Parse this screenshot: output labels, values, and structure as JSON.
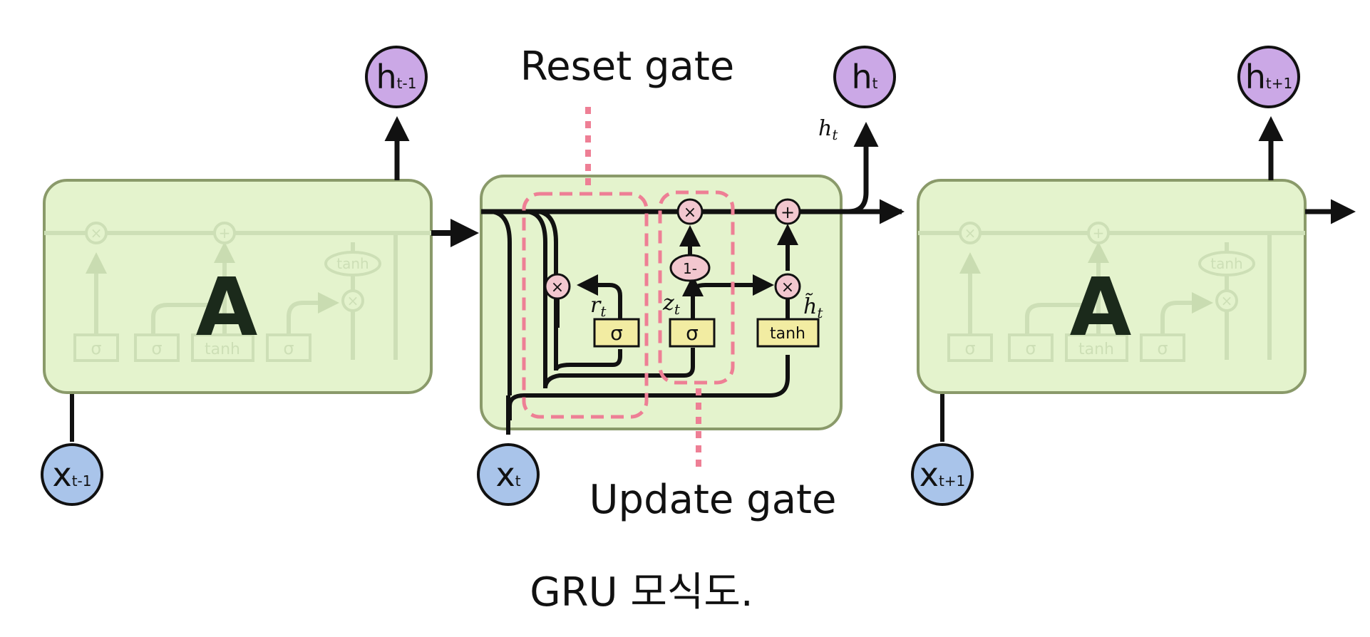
{
  "labels": {
    "reset_gate": "Reset gate",
    "update_gate": "Update gate",
    "caption": "GRU 모식도."
  },
  "cells": {
    "left": {
      "block": "A",
      "gates": {
        "sigma": "σ",
        "tanh": "tanh",
        "mult": "×",
        "plus": "+"
      }
    },
    "center": {
      "gates": {
        "sigma": "σ",
        "tanh": "tanh",
        "mult": "×",
        "plus": "+",
        "one_minus": "1-"
      },
      "vars": {
        "r": "r",
        "r_sub": "t",
        "z": "z",
        "z_sub": "t",
        "h": "h",
        "h_sub": "t",
        "htilde": "h̃",
        "htilde_sub": "t"
      }
    },
    "right": {
      "block": "A",
      "gates": {
        "sigma": "σ",
        "tanh": "tanh",
        "mult": "×",
        "plus": "+"
      }
    }
  },
  "nodes": {
    "h_prev": {
      "main": "h",
      "sub": "t-1"
    },
    "h_t": {
      "main": "h",
      "sub": "t"
    },
    "h_next": {
      "main": "h",
      "sub": "t+1"
    },
    "x_prev": {
      "main": "x",
      "sub": "t-1"
    },
    "x_t": {
      "main": "x",
      "sub": "t"
    },
    "x_next": {
      "main": "x",
      "sub": "t+1"
    }
  },
  "colors": {
    "cell_fill": "#e4f3cd",
    "cell_stroke": "#8a9a6a",
    "gate_yellow": "#f2eca2",
    "op_pink": "#f2c7cf",
    "h_node": "#cba8e6",
    "x_node": "#a9c4ea",
    "dash": "#ee7f95",
    "line": "#111111"
  }
}
